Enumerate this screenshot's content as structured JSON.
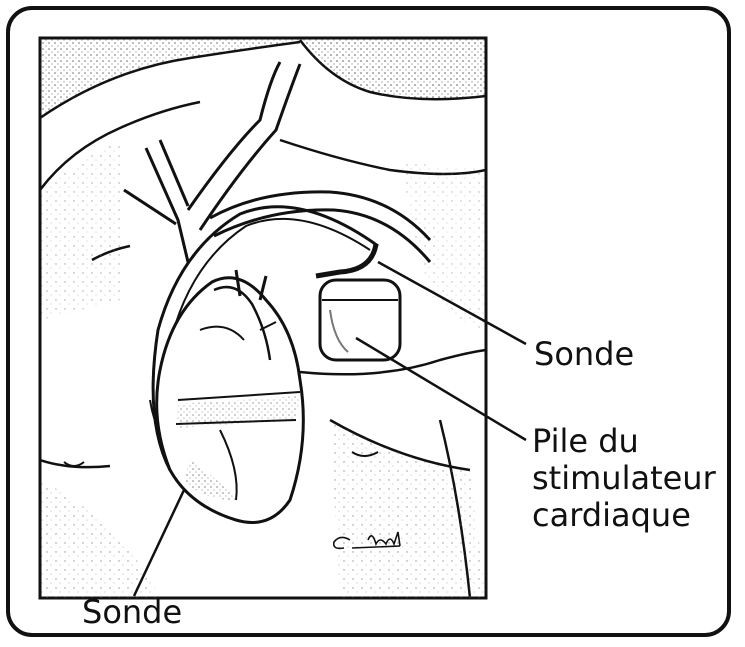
{
  "labels": {
    "lead_right": "Sonde",
    "pacemaker_battery": [
      "Pile du",
      "stimulateur",
      "cardiaque"
    ],
    "lead_bottom": "Sonde"
  },
  "signature": "C. Apull"
}
